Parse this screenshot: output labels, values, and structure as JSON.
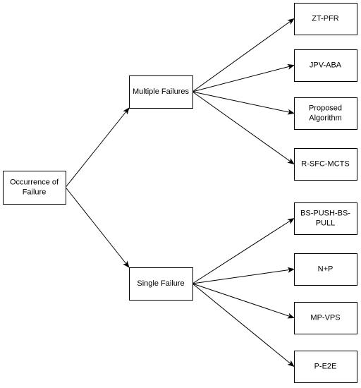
{
  "diagram": {
    "root": {
      "lines": [
        "Occurrence of",
        "Failure"
      ]
    },
    "branches": [
      {
        "lines": [
          "Multiple Failures"
        ],
        "leaves": [
          {
            "lines": [
              "ZT-PFR"
            ]
          },
          {
            "lines": [
              "JPV-ABA"
            ]
          },
          {
            "lines": [
              "Proposed",
              "Algorithm"
            ]
          },
          {
            "lines": [
              "R-SFC-MCTS"
            ]
          }
        ]
      },
      {
        "lines": [
          "Single Failure"
        ],
        "leaves": [
          {
            "lines": [
              "BS-PUSH-BS-",
              "PULL"
            ]
          },
          {
            "lines": [
              "N+P"
            ]
          },
          {
            "lines": [
              "MP-VPS"
            ]
          },
          {
            "lines": [
              "P-E2E"
            ]
          }
        ]
      }
    ]
  }
}
